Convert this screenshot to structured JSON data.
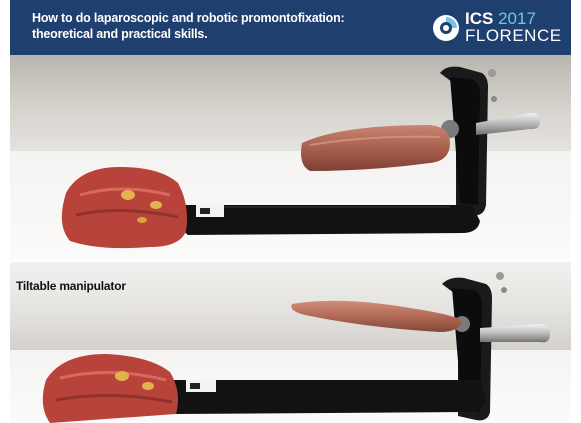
{
  "slide": {
    "title_line1": "How to do laparoscopic and robotic promontofixation:",
    "title_line2": "theoretical and practical skills."
  },
  "logo": {
    "name": "ICS",
    "year": "2017",
    "city": "FLORENCE",
    "icon": "ics-logo-icon"
  },
  "panels": [
    {
      "label": ""
    },
    {
      "label": "Tiltable manipulator"
    }
  ],
  "colors": {
    "header_bg": "#1f3f6e",
    "accent": "#6ec6e8",
    "tissue": "#b84a3c",
    "platform": "#121212"
  }
}
